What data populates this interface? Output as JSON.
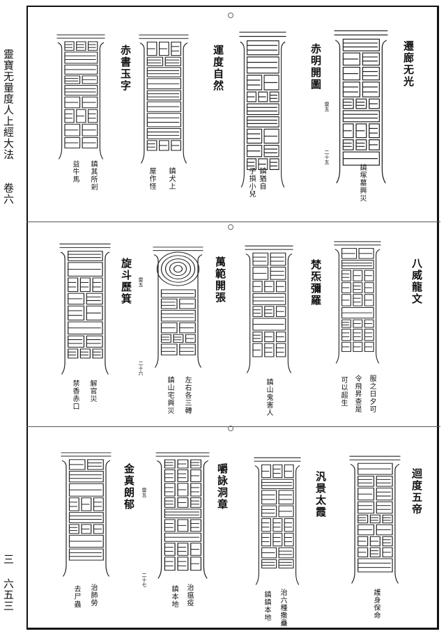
{
  "margin": {
    "book_title": "靈寶无量度人上經大法",
    "volume": "卷六",
    "page_number": "三 六五三"
  },
  "bands": [
    {
      "titles": [
        "遷廊无光",
        "赤明開圖",
        "運度自然",
        "赤書玉字"
      ],
      "marks": [
        "雷五",
        "二十五"
      ],
      "captions": [
        [
          "鎮塚墓興災"
        ],
        [
          "鎮猶自",
          "子損小兒"
        ],
        [
          "鎮犬上",
          "屋作怪"
        ],
        [
          "鎮其所剎",
          "益牛馬"
        ]
      ]
    },
    {
      "titles": [
        "八威龍文",
        "梵炁彌羅",
        "萬範開張",
        "旋斗歷箕"
      ],
      "marks": [
        "雷五",
        "二十六"
      ],
      "captions": [
        [
          "服之日夕可",
          "令飛昇查是",
          "可以超生"
        ],
        [
          "鎮山鬼害人"
        ],
        [
          "左右各三轉",
          "鎮山宅興災"
        ],
        [
          "解官災",
          "禁香赤口"
        ]
      ]
    },
    {
      "titles": [
        "迴度五帝",
        "汎景太霞",
        "嚼詠洞章",
        "金真朗郁"
      ],
      "marks": [
        "雷五",
        "二十七"
      ],
      "captions": [
        [
          "護身保命"
        ],
        [
          "治六種撒蠱",
          "鎮鎮本地"
        ],
        [
          "治瘟疫",
          "鎮本地"
        ],
        [
          "治肺勞",
          "去尸蟲"
        ]
      ]
    }
  ]
}
